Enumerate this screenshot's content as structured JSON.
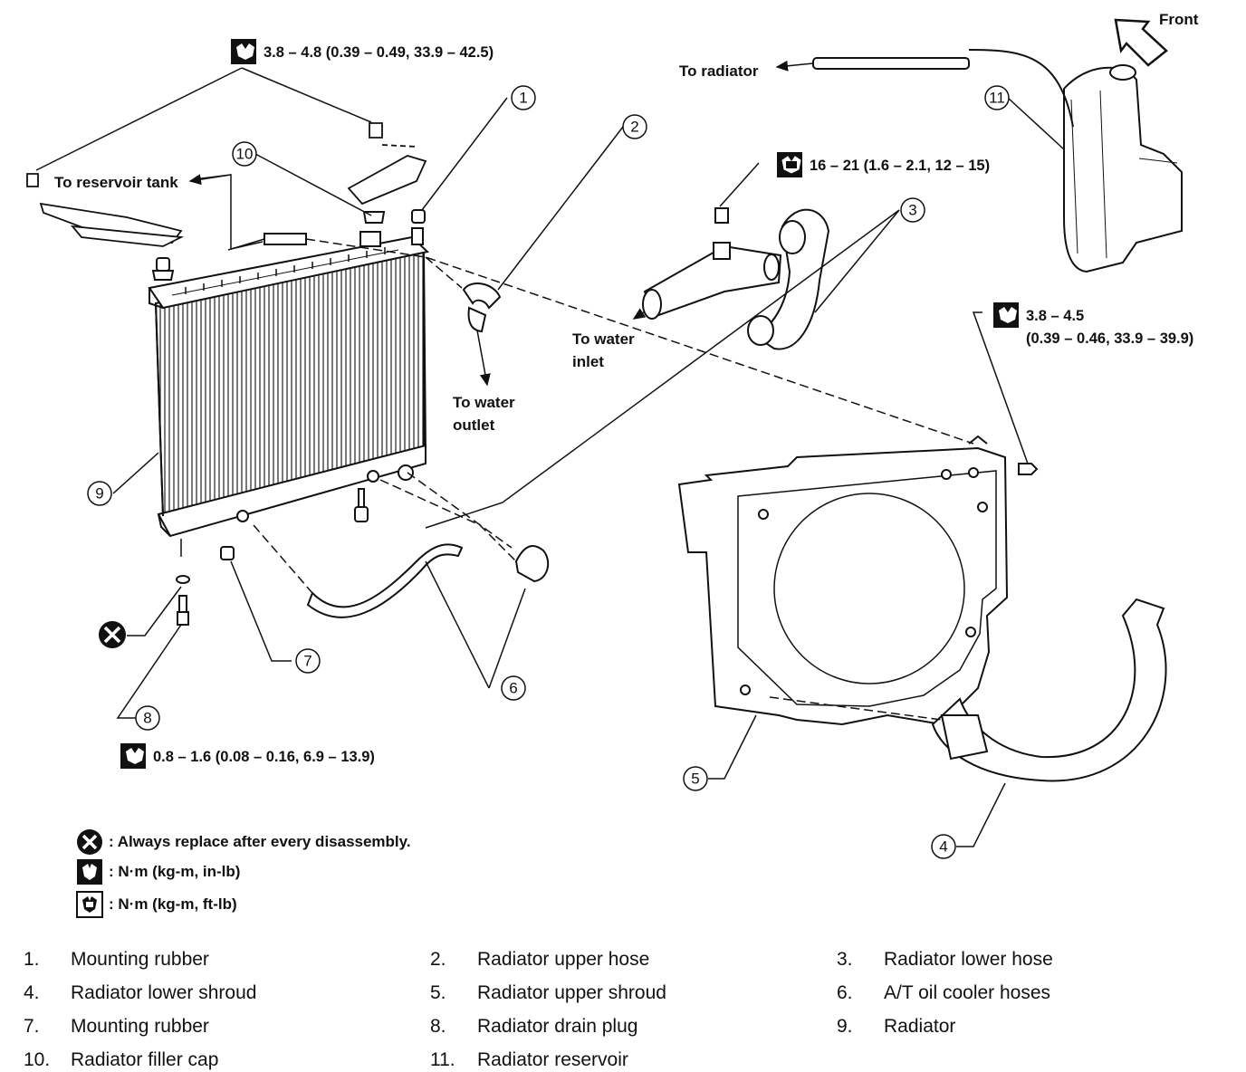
{
  "torques": {
    "t1": "3.8 – 4.8 (0.39 – 0.49, 33.9 – 42.5)",
    "t2": "16 – 21 (1.6 – 2.1, 12 – 15)",
    "t3_line1": "3.8 – 4.5",
    "t3_line2": "(0.39 – 0.46, 33.9 – 39.9)",
    "t4": "0.8 – 1.6 (0.08 – 0.16, 6.9 – 13.9)"
  },
  "labels": {
    "front": "Front",
    "to_radiator": "To radiator",
    "to_reservoir_tank": "To reservoir tank",
    "to_water_inlet_1": "To water",
    "to_water_inlet_2": "inlet",
    "to_water_outlet_1": "To water",
    "to_water_outlet_2": "outlet"
  },
  "callouts": [
    "1",
    "2",
    "3",
    "4",
    "5",
    "6",
    "7",
    "8",
    "9",
    "10",
    "11"
  ],
  "legend": {
    "replace": ": Always replace after every disassembly.",
    "nm_inlb": ": N·m (kg-m, in-lb)",
    "nm_ftlb": ": N·m (kg-m, ft-lb)"
  },
  "parts": [
    {
      "num": "1.",
      "name": "Mounting rubber"
    },
    {
      "num": "2.",
      "name": "Radiator upper hose"
    },
    {
      "num": "3.",
      "name": "Radiator lower hose"
    },
    {
      "num": "4.",
      "name": "Radiator lower shroud"
    },
    {
      "num": "5.",
      "name": "Radiator upper shroud"
    },
    {
      "num": "6.",
      "name": "A/T oil cooler hoses"
    },
    {
      "num": "7.",
      "name": "Mounting rubber"
    },
    {
      "num": "8.",
      "name": "Radiator drain plug"
    },
    {
      "num": "9.",
      "name": "Radiator"
    },
    {
      "num": "10.",
      "name": "Radiator filler cap"
    },
    {
      "num": "11.",
      "name": "Radiator reservoir"
    }
  ]
}
